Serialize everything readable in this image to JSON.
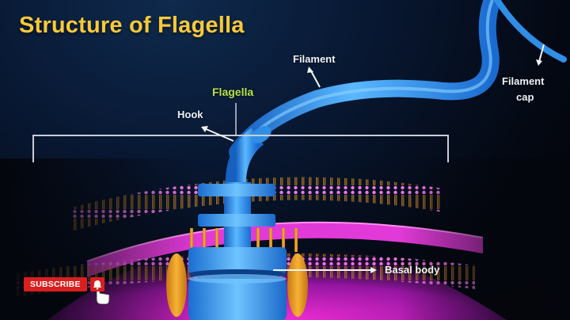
{
  "title": "Structure of Flagella",
  "labels": {
    "filament": "Filament",
    "filament_cap_line1": "Filament",
    "filament_cap_line2": "cap",
    "flagella": "Flagella",
    "hook": "Hook",
    "basal_body": "Basal body"
  },
  "overlay": {
    "subscribe_label": "SUBSCRIBE",
    "bell_icon": "bell-icon",
    "cursor_icon": "hand-pointer-icon"
  },
  "colors": {
    "title": "#f7c93a",
    "flagella_label": "#b7e34a",
    "filament_blue": "#2f8fe6",
    "membrane_pink": "#e23ad8",
    "protein_orange": "#e89a1e",
    "subscribe_red": "#d91f1f"
  }
}
